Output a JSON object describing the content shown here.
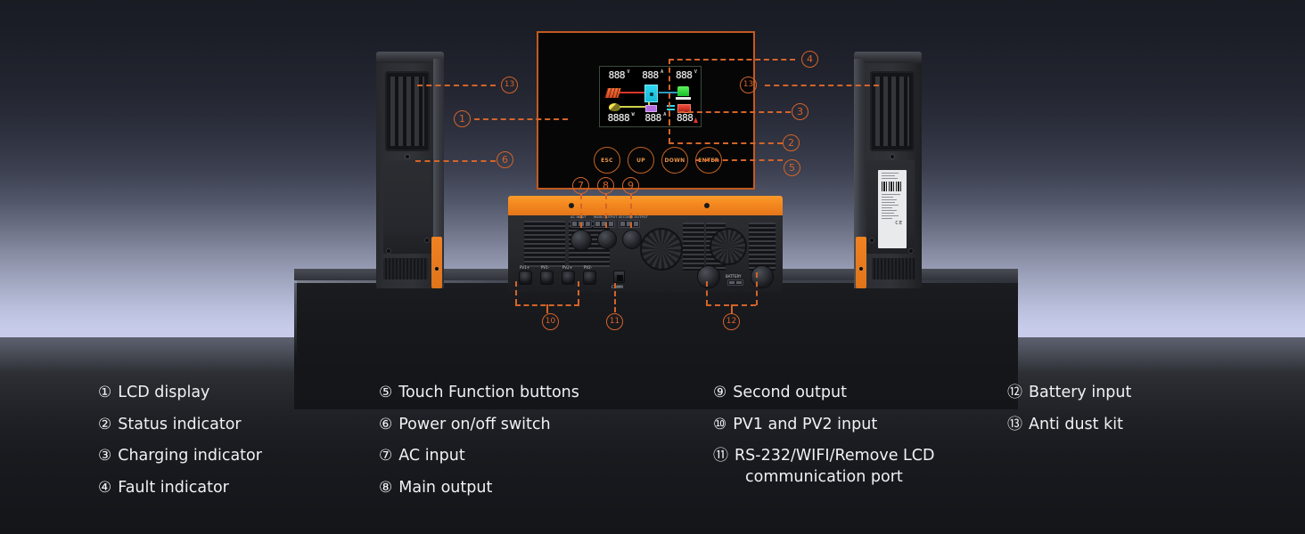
{
  "product": {
    "type": "solar-hybrid-inverter",
    "lcd": {
      "top_readouts": [
        {
          "value": "888",
          "unit": "V"
        },
        {
          "value": "888",
          "unit": "A"
        },
        {
          "value": "888",
          "unit": "V"
        }
      ],
      "bottom_readouts": [
        {
          "value": "8888",
          "unit": "W"
        },
        {
          "value": "888",
          "unit": "A"
        },
        {
          "value": "888",
          "unit": ""
        }
      ],
      "icons": [
        "solar-panel-icon",
        "sun-gauge-icon",
        "inverter-icon",
        "small-battery-icon",
        "ac-load-icon",
        "battery-icon",
        "battery-level-icon",
        "warning-triangle-icon"
      ]
    },
    "touch_buttons": [
      {
        "label": "ESC",
        "name": "esc-button"
      },
      {
        "label": "UP",
        "name": "up-button"
      },
      {
        "label": "DOWN",
        "name": "down-button"
      },
      {
        "label": "ENTER",
        "name": "enter-button"
      }
    ],
    "panel_ports": [
      {
        "label": "PV1+"
      },
      {
        "label": "PV1-"
      },
      {
        "label": "PV2+"
      },
      {
        "label": "PV2-"
      },
      {
        "label": "COMM"
      },
      {
        "label": "BATTERY"
      }
    ],
    "breaker_labels": [
      "AC INPUT",
      "MAIN OUTPUT",
      "SECOND OUTPUT"
    ]
  },
  "callouts": [
    {
      "id": "1",
      "label": "1"
    },
    {
      "id": "2",
      "label": "2"
    },
    {
      "id": "3",
      "label": "3"
    },
    {
      "id": "4",
      "label": "4"
    },
    {
      "id": "5",
      "label": "5"
    },
    {
      "id": "6",
      "label": "6"
    },
    {
      "id": "7",
      "label": "7"
    },
    {
      "id": "8",
      "label": "8"
    },
    {
      "id": "9",
      "label": "9"
    },
    {
      "id": "10",
      "label": "10"
    },
    {
      "id": "11",
      "label": "11"
    },
    {
      "id": "12",
      "label": "12"
    },
    {
      "id": "13a",
      "label": "13"
    },
    {
      "id": "13b",
      "label": "13"
    }
  ],
  "legend": {
    "columns": [
      {
        "items": [
          {
            "num": "①",
            "text": "LCD display"
          },
          {
            "num": "②",
            "text": "Status indicator"
          },
          {
            "num": "③",
            "text": "Charging indicator"
          },
          {
            "num": "④",
            "text": "Fault indicator"
          }
        ]
      },
      {
        "items": [
          {
            "num": "⑤",
            "text": "Touch Function buttons"
          },
          {
            "num": "⑥",
            "text": "Power on/off switch"
          },
          {
            "num": "⑦",
            "text": "AC input"
          },
          {
            "num": "⑧",
            "text": "Main output"
          }
        ]
      },
      {
        "items": [
          {
            "num": "⑨",
            "text": "Second output"
          },
          {
            "num": "⑩",
            "text": "PV1 and PV2 input"
          },
          {
            "num": "⑪",
            "text": "RS-232/WIFI/Remove LCD",
            "text2": "communication port"
          }
        ]
      },
      {
        "items": [
          {
            "num": "⑫",
            "text": "Battery input"
          },
          {
            "num": "⑬",
            "text": "Anti dust kit"
          }
        ]
      }
    ]
  },
  "colors": {
    "accent_orange": "#d4642a",
    "body_orange": "#f4881f",
    "text": "#f0f1f3",
    "sky_top": "#1a1c24",
    "sky_bottom": "#c9cdea",
    "pedestal": "#16171a"
  }
}
